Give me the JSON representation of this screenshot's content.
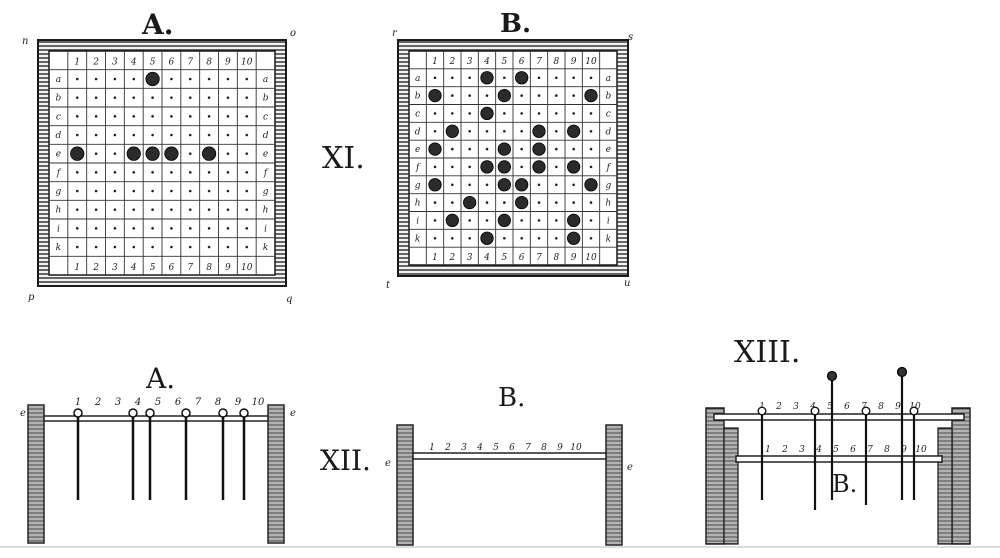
{
  "figures": {
    "fig_a_title": "A.",
    "fig_b_title": "B.",
    "numeral_11": "XI.",
    "numeral_12": "XII.",
    "numeral_13": "XIII.",
    "fig12_a_title": "A.",
    "fig12_b_title": "B.",
    "fig13_b_title": "B."
  },
  "corners": {
    "a_tl": "n",
    "a_tr": "o",
    "a_bl": "p",
    "a_br": "q",
    "b_tl": "r",
    "b_tr": "s",
    "b_bl": "t",
    "b_br": "u"
  },
  "edge_letters": {
    "left": "e",
    "right": "e"
  },
  "column_numbers": [
    "1",
    "2",
    "3",
    "4",
    "5",
    "6",
    "7",
    "8",
    "9",
    "10"
  ],
  "row_letters": [
    "a",
    "b",
    "c",
    "d",
    "e",
    "f",
    "g",
    "h",
    "i",
    "k"
  ]
}
